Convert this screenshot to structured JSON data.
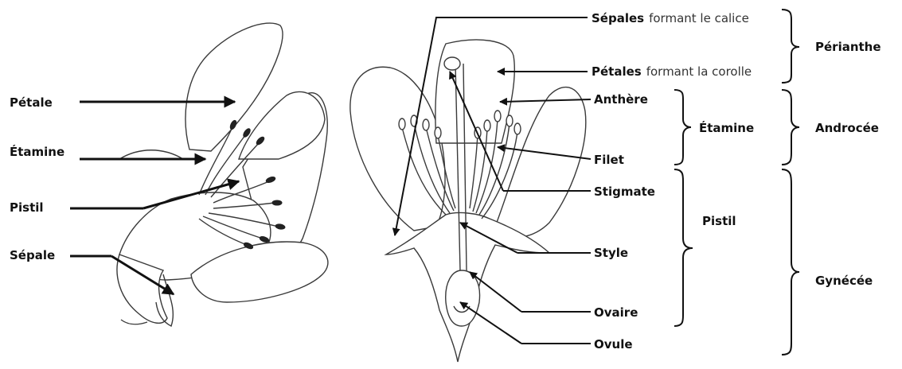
{
  "left_flower": {
    "labels": {
      "petale": "Pétale",
      "etamine": "Étamine",
      "pistil": "Pistil",
      "sepale": "Sépale"
    }
  },
  "right_flower": {
    "sepales": {
      "bold": "Sépales",
      "rest": "formant le calice"
    },
    "petales": {
      "bold": "Pétales",
      "rest": "formant la corolle"
    },
    "anthere": "Anthère",
    "filet": "Filet",
    "stigmate": "Stigmate",
    "style": "Style",
    "ovaire": "Ovaire",
    "ovule": "Ovule",
    "etamine_group": "Étamine",
    "pistil_group": "Pistil",
    "perianthe": "Périanthe",
    "androcee": "Androcée",
    "gynecee": "Gynécée"
  }
}
